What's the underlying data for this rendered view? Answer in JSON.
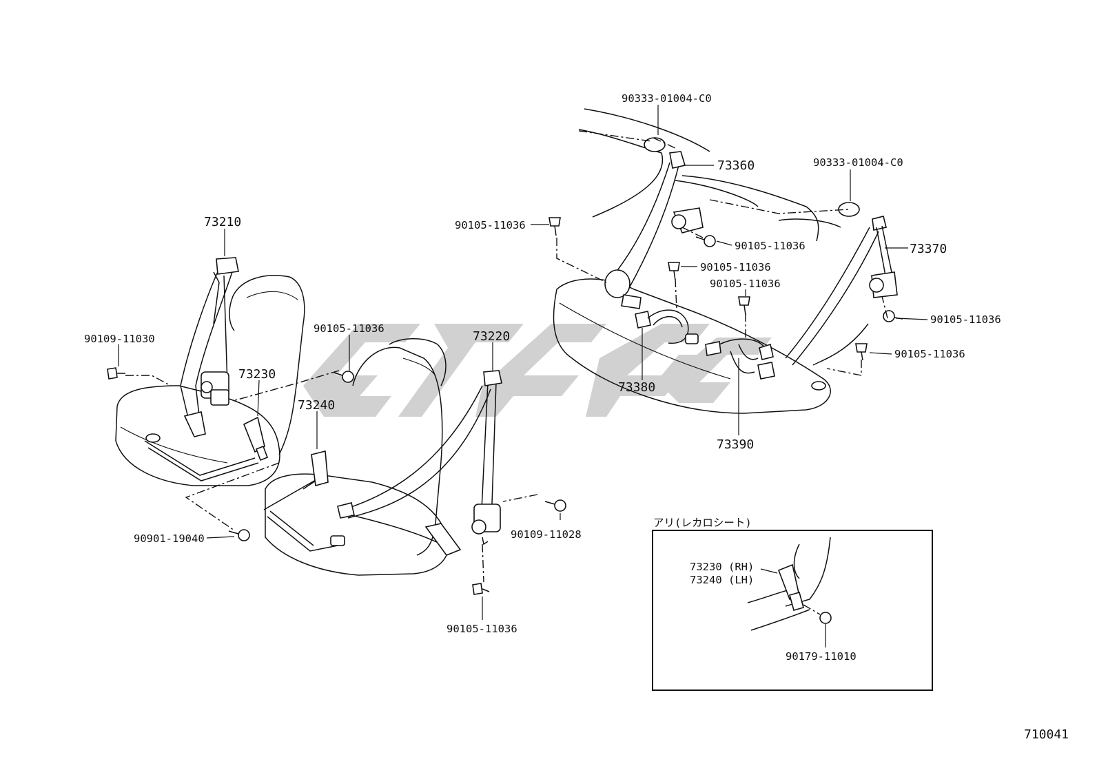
{
  "labels": {
    "p73210": "73210",
    "p90109_11030": "90109-11030",
    "p90105_11036_a": "90105-11036",
    "p73230": "73230",
    "p73240": "73240",
    "p73220": "73220",
    "p90901_19040": "90901-19040",
    "p90109_11028": "90109-11028",
    "p90105_11036_b": "90105-11036",
    "p90333_01004_a": "90333-01004-C0",
    "p73360": "73360",
    "p90105_11036_c": "90105-11036",
    "p90105_11036_d": "90105-11036",
    "p90105_11036_e": "90105-11036",
    "p90105_11036_f": "90105-11036",
    "p73380": "73380",
    "p73390": "73390",
    "p90333_01004_b": "90333-01004-C0",
    "p73370": "73370",
    "p90105_11036_g": "90105-11036",
    "p90105_11036_h": "90105-11036"
  },
  "inset": {
    "title": "アリ(レカロシート)",
    "rh": "73230 (RH)",
    "lh": "73240 (LH)",
    "nut": "90179-11010"
  },
  "diagram_id": "710041",
  "colors": {
    "line": "#111111",
    "watermark": "#c9c9c9",
    "background": "#ffffff"
  }
}
